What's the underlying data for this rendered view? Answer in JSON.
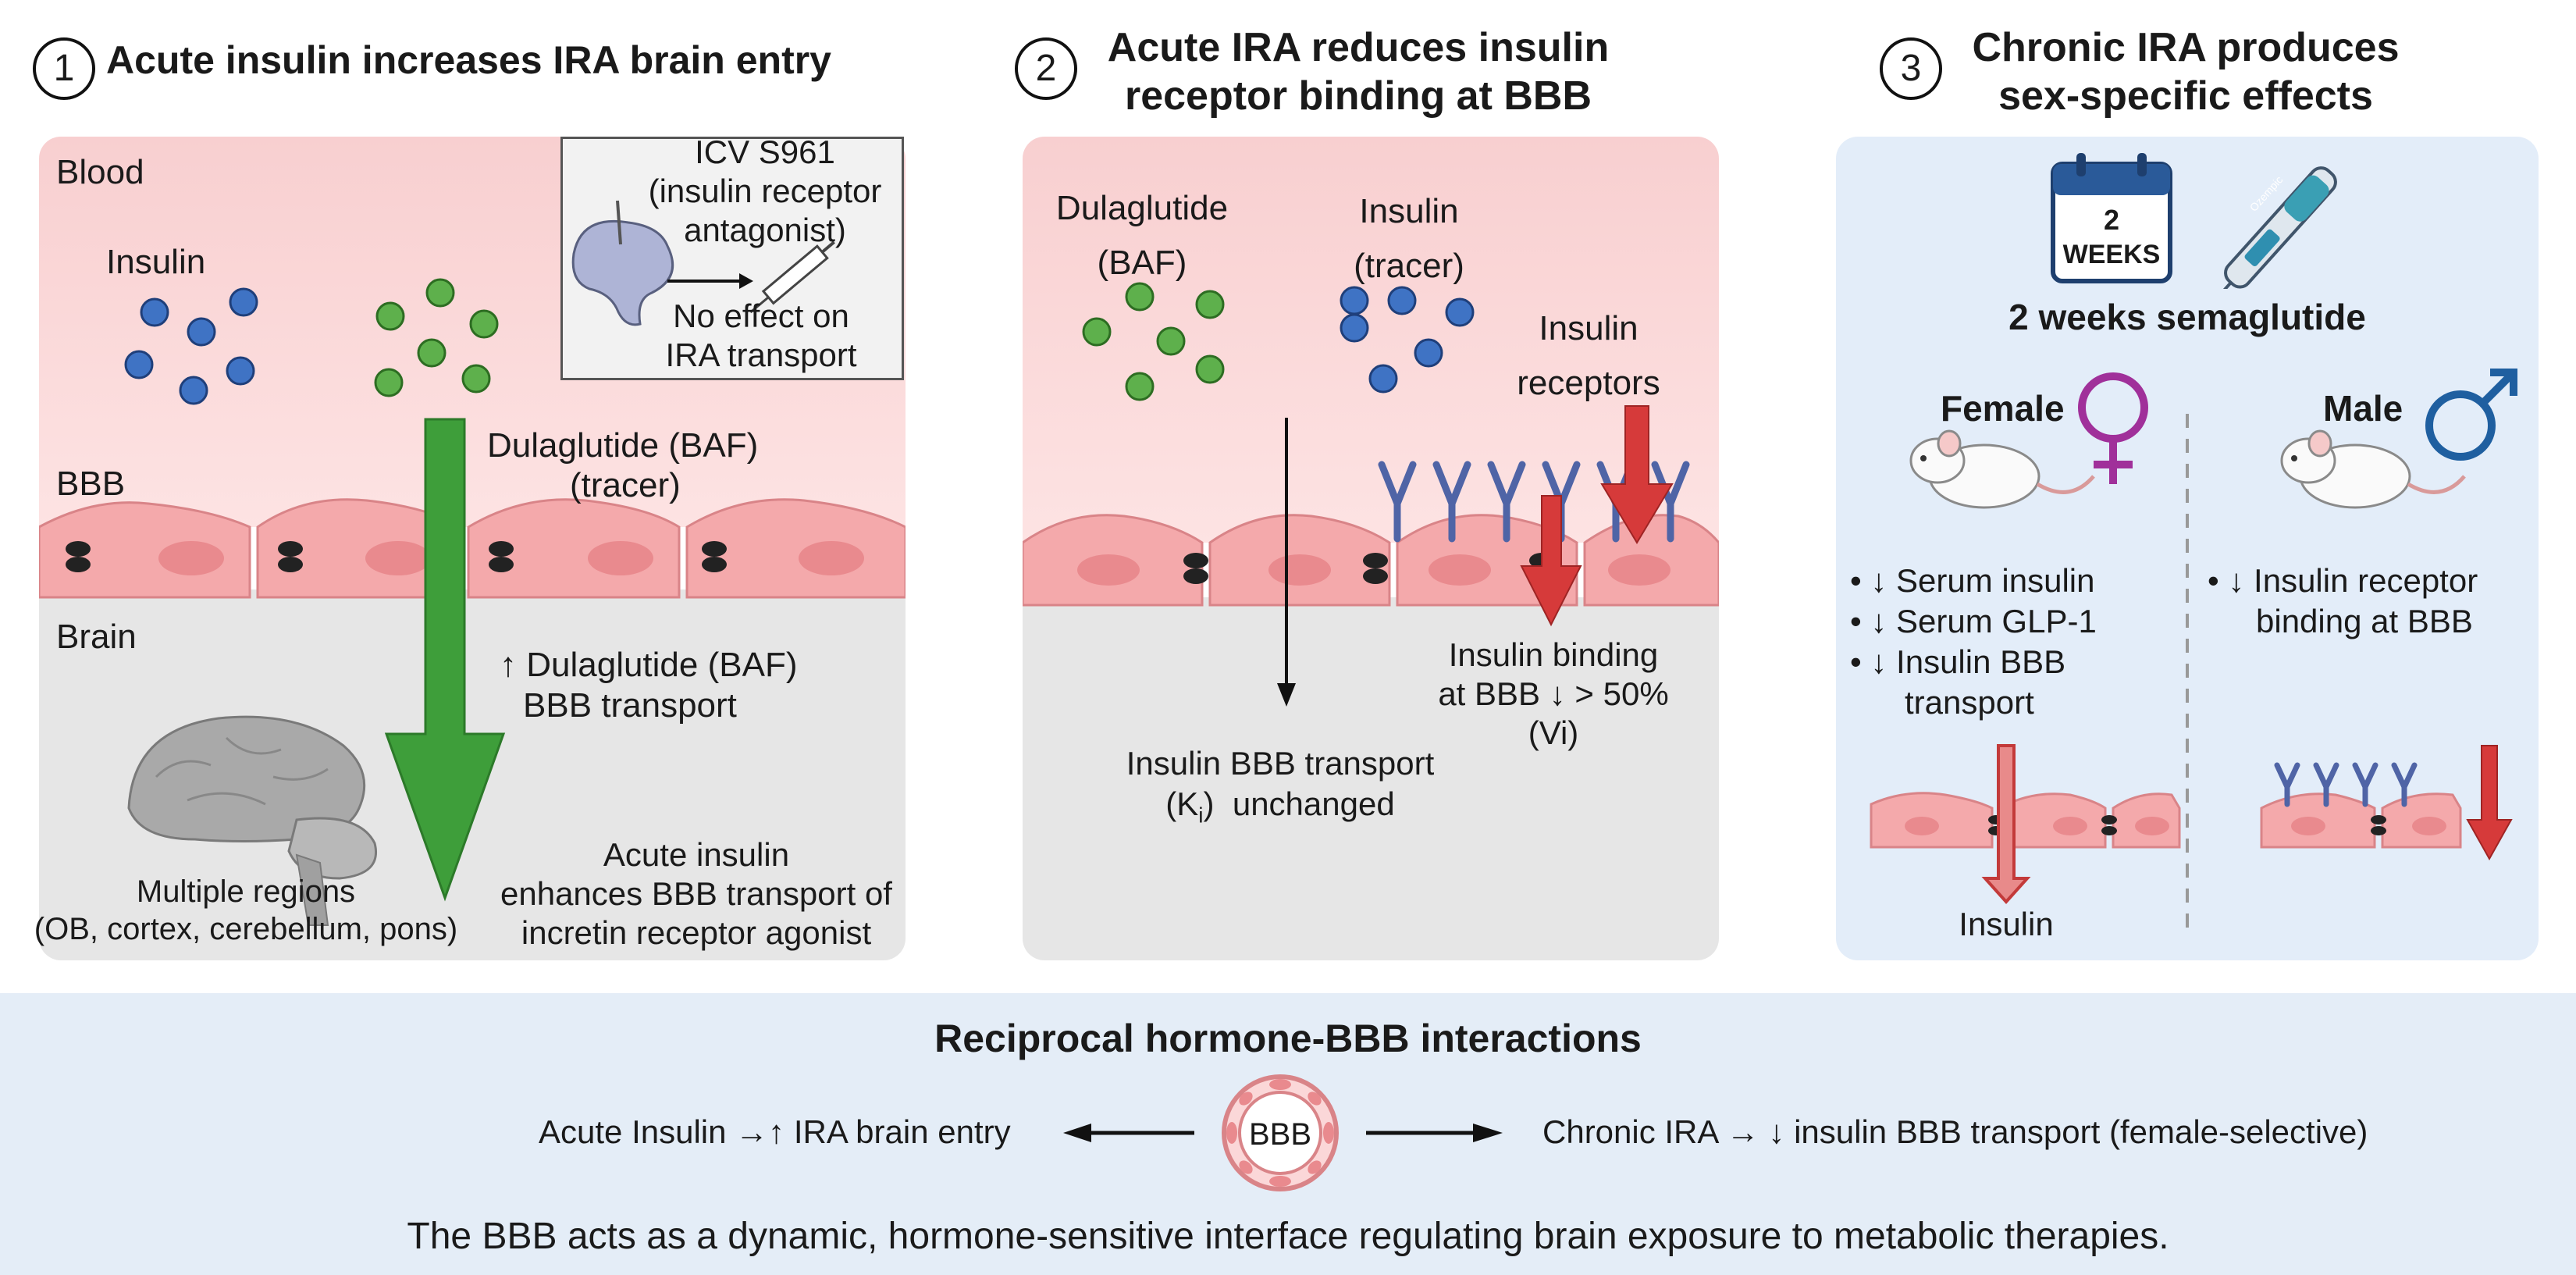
{
  "panel1": {
    "number": "1",
    "title": "Acute insulin increases IRA brain entry",
    "zone_blood": "Blood",
    "zone_bbb": "BBB",
    "zone_brain": "Brain",
    "insulin_label": "Insulin",
    "dulaglutide_label_1": "Dulaglutide (BAF)",
    "dulaglutide_label_2": "(tracer)",
    "inset_lines": [
      "ICV S961",
      "(insulin receptor",
      "antagonist)"
    ],
    "inset_result_lines": [
      "No effect on",
      "IRA transport"
    ],
    "increase_lines": [
      "↑ Dulaglutide (BAF)",
      "BBB transport"
    ],
    "regions_lines": [
      "Multiple regions",
      "(OB, cortex, cerebellum, pons)"
    ],
    "conclusion_lines": [
      "Acute insulin",
      "enhances BBB transport of",
      "incretin receptor agonist"
    ]
  },
  "panel2": {
    "number": "2",
    "title_lines": [
      "Acute IRA reduces insulin",
      "receptor binding at BBB"
    ],
    "dulaglutide_lines": [
      "Dulaglutide",
      "(BAF)"
    ],
    "insulin_lines": [
      "Insulin",
      "(tracer)"
    ],
    "receptors_lines": [
      "Insulin",
      "receptors"
    ],
    "binding_lines": [
      "Insulin binding",
      "at BBB ↓ > 50%",
      "(Vi)"
    ],
    "transport_line_1": "Insulin BBB transport",
    "transport_k": "(K",
    "transport_sub": "i",
    "transport_rest": ")  unchanged"
  },
  "panel3": {
    "number": "3",
    "title_lines": [
      "Chronic IRA produces",
      "sex-specific effects"
    ],
    "calendar_number": "2",
    "calendar_unit": "WEEKS",
    "pen_label": "Ozempic",
    "treatment_label": "2 weeks semaglutide",
    "female_label": "Female",
    "male_label": "Male",
    "female_effects": [
      "• ↓ Serum insulin",
      "• ↓ Serum GLP-1",
      "• ↓ Insulin BBB",
      "transport"
    ],
    "male_effects": [
      "• ↓ Insulin receptor",
      "binding at BBB"
    ],
    "female_arrow_label": "Insulin"
  },
  "summary": {
    "title": "Reciprocal hormone-BBB interactions",
    "left_text": "Acute Insulin →↑ IRA brain entry",
    "center_label": "BBB",
    "right_text": "Chronic IRA → ↓ insulin BBB transport (female-selective)",
    "conclusion": "The BBB acts as a dynamic, hormone-sensitive interface regulating brain exposure to metabolic therapies."
  },
  "colors": {
    "blood": "#fbdada",
    "bbb_cell": "#f4a9ab",
    "brain": "#e8e8e8",
    "insulin_dot": "#3f73c4",
    "baf_dot": "#5eb04c",
    "green_arrow": "#3e9e3a",
    "red_arrow": "#d63a3a",
    "receptor": "#5b6fb0",
    "panel3_bg": "#e3edf9",
    "summary_bg": "#e4edf7",
    "female_symbol": "#a0309a",
    "male_symbol": "#1f5fa0"
  }
}
